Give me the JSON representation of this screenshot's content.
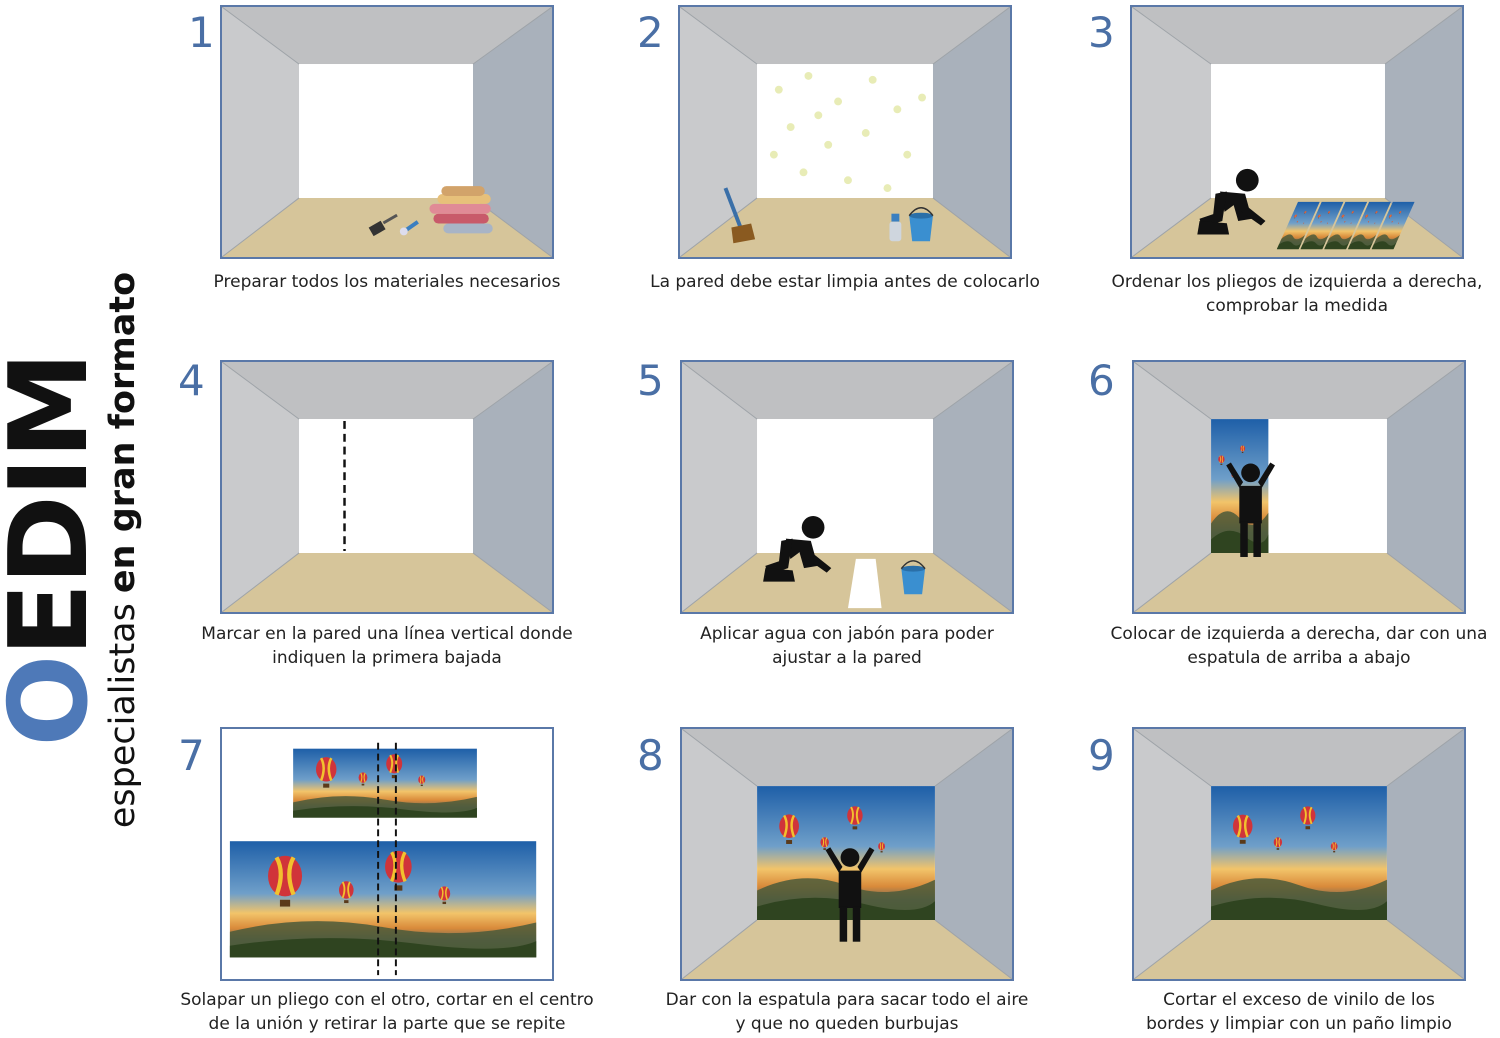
{
  "brand": {
    "logo_o": "O",
    "logo_rest": "EDIM",
    "tagline_light": "especialistas",
    "tagline_bold": "en gran formato"
  },
  "colors": {
    "frame": "#5a78a8",
    "number": "#4a6fa5",
    "ceiling": "#bfc0c2",
    "left_wall": "#c9cacc",
    "right_wall": "#a9b1bb",
    "floor": "#d6c59a",
    "back_wall": "#ffffff",
    "logo_blue": "#4e79b8"
  },
  "steps": [
    {
      "number": "1",
      "caption_lines": [
        "Preparar todos los materiales necesarios"
      ],
      "icons": [
        "brush-icon",
        "spatula-icon",
        "vinyl-rolls-icon"
      ]
    },
    {
      "number": "2",
      "caption_lines": [
        "La pared debe estar limpia antes de colocarlo"
      ],
      "icons": [
        "broom-icon",
        "spray-bottle-icon",
        "bucket-icon"
      ]
    },
    {
      "number": "3",
      "caption_lines": [
        "Ordenar los pliegos de izquierda a derecha,",
        "comprobar la medida"
      ],
      "icons": [
        "kneeling-person-icon",
        "mural-sheets-icon"
      ]
    },
    {
      "number": "4",
      "caption_lines": [
        "Marcar en la pared una línea vertical donde",
        "indiquen la primera bajada"
      ],
      "icons": [
        "dashed-line-icon"
      ]
    },
    {
      "number": "5",
      "caption_lines": [
        "Aplicar agua con jabón para poder",
        "ajustar a la pared"
      ],
      "icons": [
        "kneeling-person-icon",
        "bucket-icon"
      ]
    },
    {
      "number": "6",
      "caption_lines": [
        "Colocar de izquierda a derecha, dar con una",
        "espatula de arriba a abajo"
      ],
      "icons": [
        "standing-person-icon"
      ]
    },
    {
      "number": "7",
      "caption_lines": [
        "Solapar un pliego con el otro, cortar en el centro",
        "de la unión y retirar la parte que se repite"
      ],
      "icons": [
        "cut-line-icon"
      ]
    },
    {
      "number": "8",
      "caption_lines": [
        "Dar con la espatula para sacar todo el aire",
        "y que no queden burbujas"
      ],
      "icons": [
        "standing-person-icon"
      ]
    },
    {
      "number": "9",
      "caption_lines": [
        "Cortar el exceso de vinilo de los",
        "bordes y limpiar con un paño limpio"
      ],
      "icons": []
    }
  ]
}
